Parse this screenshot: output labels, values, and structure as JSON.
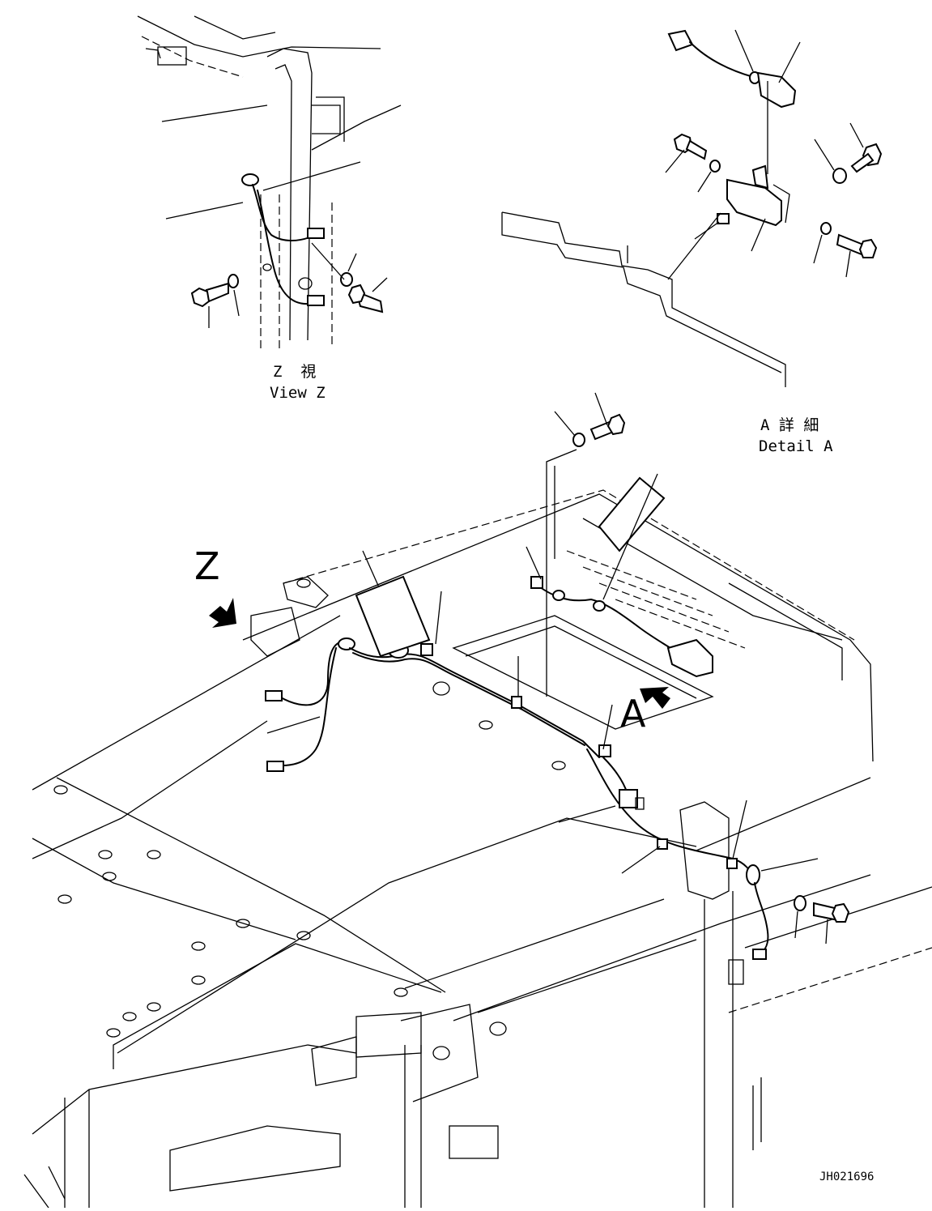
{
  "labels": {
    "view_z_jp": "Z  視",
    "view_z_en": "View Z",
    "detail_a_jp": "A 詳 細",
    "detail_a_en": "Detail A",
    "callout_z": "Z",
    "callout_a": "A",
    "drawing_no": "JH021696"
  }
}
